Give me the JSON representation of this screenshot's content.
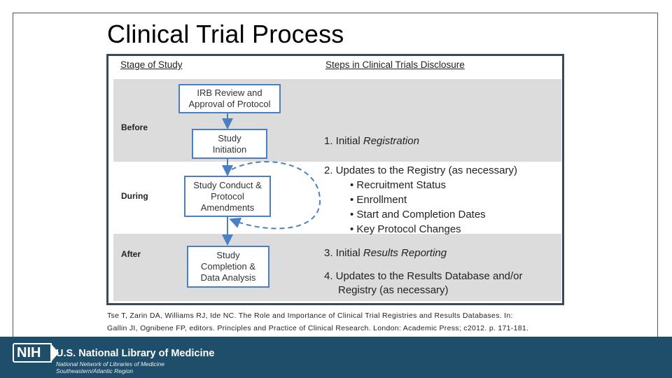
{
  "slide": {
    "title": "Clinical Trial Process"
  },
  "figure": {
    "header_stage": "Stage of Study",
    "header_steps": "Steps in Clinical Trials Disclosure",
    "stages": [
      "Before",
      "During",
      "After"
    ],
    "boxes": [
      "IRB Review and\nApproval of Protocol",
      "Study\nInitiation",
      "Study Conduct &\nProtocol\nAmendments",
      "Study\nCompletion &\nData Analysis"
    ],
    "steps": {
      "s1_num": "1. Initial ",
      "s1_em": "Registration",
      "s2": "2. Updates to the Registry (as necessary)",
      "bullets": [
        "Recruitment Status",
        "Enrollment",
        "Start and Completion Dates",
        "Key Protocol Changes"
      ],
      "s3_num": "3. Initial ",
      "s3_em": "Results Reporting",
      "s4_line1": "4. Updates to the Results Database and/or",
      "s4_line2": "Registry (as necessary)"
    },
    "colors": {
      "band": "#dcdcdc",
      "box_border": "#4a7fc1",
      "frame": "#3a4a5a"
    }
  },
  "citation": {
    "line1": "Tse T, Zarin DA, Williams RJ, Ide NC. The Role and Importance of Clinical Trial Registries and Results Databases. In:",
    "line2": "Gallin JI, Ognibene FP, editors. Principles and Practice of Clinical Research. London: Academic Press; c2012. p. 171-181."
  },
  "footer": {
    "nih_logo_text": "NIH",
    "org_name": "U.S. National Library of Medicine",
    "sub_line1": "National Network of Libraries of Medicine",
    "sub_line2": "Southeastern/Atlantic Region",
    "background": "#1f4e6b"
  }
}
